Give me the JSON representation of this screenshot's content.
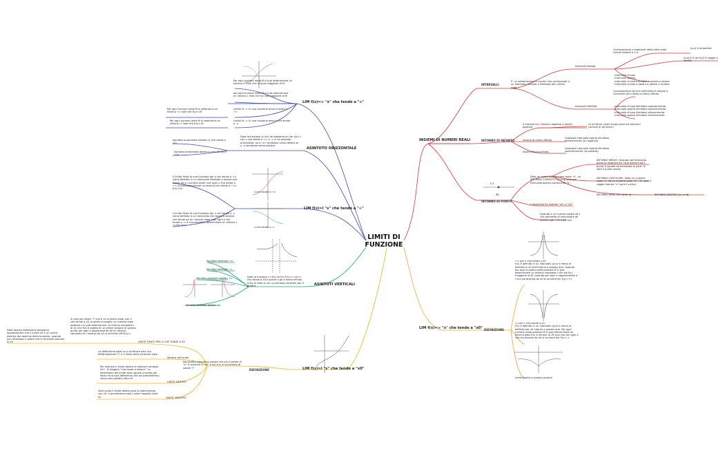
{
  "center": {
    "title": "LIMITI DI\nFUNZIONE"
  },
  "colors": {
    "red": "#d9342b",
    "blue": "#3848b8",
    "green": "#1aa37a",
    "orange": "#f0a43a",
    "yellow": "#e6b81a"
  },
  "branches": {
    "insiemi": {
      "title": "INSIEMI DI NUMERI REALI",
      "intervalli": {
        "label": "INTERVALLI",
        "desc": "E' un sottoinsieme di numeri che corrisponde a un intervallo limitato o illimitato dei numeri reali",
        "limitati": {
          "label": "Intervalli limitati",
          "desc": "Corrispondono a segmenti della retta reale aventi estremi a e b.",
          "ampiezza": "(b-a) è ampiezza",
          "centro": "(b-a)/2 è (b+a)/2 è raggio e centro",
          "types": "· intervallo chiuso\n· intervallo aperto\n· intervallo chiuso a sinistra o aperto a destra\n· intervallo chiuso a destra o aperto a sinistra"
        },
        "illimitati": {
          "label": "Intervalli illimitati",
          "desc": "Corrispondono ad una semiretta di origine a ricorrente più infinito o meno infinito.",
          "types": "· intervallo chiuso illimitato superiormente\n· intervallo aperto illimitato superiormente\n· intervallo chiuso illimitato inferiormente\n· intervallo aperto illimitato inferiormente"
        }
      },
      "intorni_infinito": {
        "label": "INTORNO DI INFINITO",
        "piu_meno": "Il lnsieme tra l'intorno negativo e quello positivo",
        "piu_meno_desc": "La scrittura come scopo darsi ad indicare i contrari di gli intorni",
        "meno": "Intorno di meno infinito",
        "meno_desc": "Qualsiasi intervallo aperto illimitato inferiormente (la negativo)",
        "piu": "Intorno di più infinito",
        "piu_desc": "Qualsiasi intervallo aperto illimitato superiormente (la positivo)"
      },
      "intorni_punto": {
        "label": "INTORNO DI PUNTO",
        "desc": "Dato un qualunque numero reale \"x\", un INTORNO COMPLETO è un qualunque intervallo aperto contenente \"x\".",
        "medio": "INTORNO MEDIO: Quando nell'intervallo preso la distanza tra i due estremi ed il punto è uguale da entrambe le parti \"x\" sarà il punto medio",
        "circolare": "INTORNO CIRCOLARE: Dato un numero reale \"x\" ed un numero reale \"d\", \"d\" sarà il raggio mentre \"x\" sarà il centro",
        "sinistro": "INTORNO SINISTRO: ]x-d, x]",
        "destro": "INTORNO DESTRO: ]x, x+d[",
        "estremi": "L'intervallo ha estremi \"x0\" e \"x0\"",
        "fissato": "Quando e un numero esiste ad t che permette di individuare gli estremi per 1 di x per tali"
      }
    },
    "lim_x0": {
      "title": "LIM f(x)=∞ \"x\" che tende a \"x0\"",
      "definizione": "DEFINIZIONE",
      "piu": "+∞ per x che tende a x0\nf(x) è definita in un intervallo (a,b) a meno al definita in x0 tutt'intorno a questo due. Quando per ogni numero reale positivo M si può determinare un intorno completo I che sia f(x) maggiore di M. Quando per ogni x appartenente a I che sia diverso da x0 si scriverà lim f(x)=+∞",
      "meno": "-∞ per x che tende a x0\nf(x) è definita in un intervallo (a,b) a meno al definita per x0 intorno a questo due. Per ogni numero reale positivo M si può determinare un intorno dato f(x) è minore di -M cosi che per ogni x che sia diverso da x0 si scriverà lim f(x)=-∞",
      "destra": "Limiti destro e sinistro positivi"
    },
    "lim_x_inf": {
      "title": "LIM f(x)=∞ \"x\" che tende a \"∞\"",
      "c1": "Per ogni numero reale M si può determinare un intorno I+ tale che f(x) sia maggiore di M",
      "c2": "per ogni numero reale M si può determinare un intorno I- tale che f(x) sia maggiore di M",
      "c3": "Limite di -∞ in una funzione deve a tende a +∞",
      "c3b": "Per ogni numero reale M si determina un intorno +∞ tale che f(x)<-M",
      "c4": "Limite di -∞ in una funzione deve a che tende a -∞",
      "c4b": "Per ogni numero reale M si determina un intorno -∞ tale che f(x)<-M"
    },
    "asintoto_orizzontale": {
      "title": "ASINTOTO ORIZZONTALE",
      "desc": "Data la funzione y=f(x) se abbiamo un lim f(x)=l con x che tende a +∞ o -∞ si ha asintoto orizzontale, se a l x+ tendesse verso destra se x- si tendesse verso sinistra",
      "sinistro": "Asintoto orizzontale sinistro (x che tende a -∞)",
      "destro": "Asintoto orizzontale destro (x che tende a +∞)"
    },
    "lim_l_inf": {
      "title": "LIM f(x)=l \"x\" che tende a \"∞\"",
      "piu": "Il limite finito di una funzione per x che tende a +∞ viene definito in un intervallo illimitato a destra che tende ad un numero reale l per ogni x che tende a +∞ si può determinare un intorno che tende a l +∞ f(x)-l|<ε",
      "piu_cap": "x che tende a +∞",
      "meno": "Il limite finito di una funzione per x che tende a -∞ viene definito in un intervallo che tende a sinistra che tende ad un numero reale l per ogni x che tende a -∞ è così possibile determinare un intorno I-∞ |f(x)-l|<ε",
      "meno_cap": "x che tende a -∞"
    },
    "asintoti_verticali": {
      "title": "ASINTOTI VERTICALI",
      "desc": "Data la funzione y=f(x) se lim f(x)=∞ con x che tende a x0 è quindi x gli è meno infinito si ha la retta x=x0 un asintoto verticale per il grafico",
      "a1": "Asintoto verticale +∞",
      "a2": "Asintoto verticale -∞",
      "a3": "Asintoto verticale sinistro +∞",
      "a4": "Asintoto verticale destro -∞"
    },
    "lim_l_x0": {
      "title": "LIM f(x)=l \"x\" che tende a \"x0\"",
      "definizione": "DEFINIZIONE",
      "def_text": "Nel grafico possiamo notare che più il valore di \"x\" si avvicina a \"x0\" e più f(x) si avvicinerà al valore \"l\"",
      "finito": "LIMITE FINITO PER X CHE TENDE A X0",
      "finito_text": "Si dice poi limite \"l\" che è un numero reale, per x che tende a x0, quando si sceglie un numero reale positivo ε si può determinare un intorno completo I di x0 che f(x) è dotato di un valore sempre di questo punto per ogni x appartenente ad un intorno completo di I diverso da x0 si scriverà LIM f(x)=l",
      "finito_note": "Data questa definizione possiamo approssimare che il punto x0 è un punto esterno del dominio della funzione, quando non interessa il valore che la funzione assume in x0",
      "verifica": "Verifica del limite",
      "verifica_text": "La definizione data va a verificare solo che effettivamente \"l\" è il limite della funzione vista",
      "destro": "LIMITE DESTRO",
      "destro_text": "Per indicare il limite destro si utilizza il simbolo x0+. Si leggerà \"che tende a destra\". La definizione del limite sarà uguale a quella già data ma la sola differenza che qui prenderemo i valori solo positivi oltre x0",
      "sinistro": "LIMITE SINISTRO",
      "sinistro_text": "Sarà come il limite destro però lo indicheremo con x0- e prenderemo solo i valori negativi oltre x0"
    }
  }
}
